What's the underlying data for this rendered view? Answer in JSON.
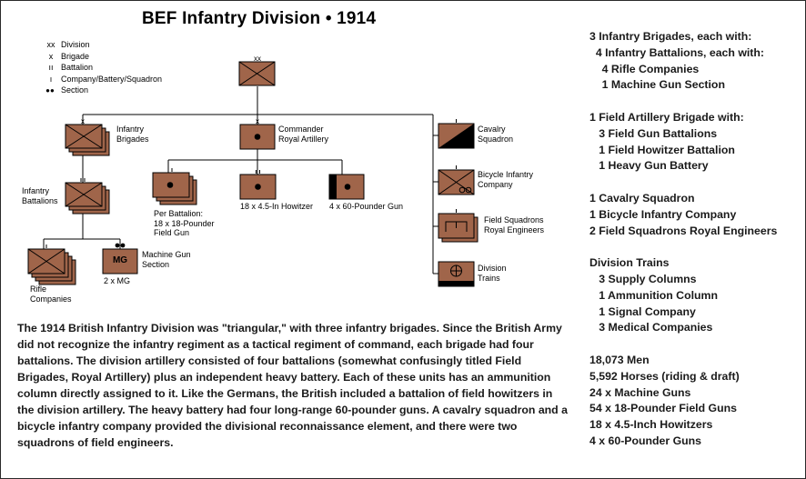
{
  "title": "BEF Infantry Division  •  1914",
  "legend": [
    {
      "symbol": "xx",
      "label": "Division"
    },
    {
      "symbol": "x",
      "label": "Brigade"
    },
    {
      "symbol": "ıı",
      "label": "Battalion"
    },
    {
      "symbol": "ı",
      "label": "Company/Battery/Squadron"
    },
    {
      "symbol": "●●",
      "label": "Section"
    }
  ],
  "units": {
    "infantry_brigades": "Infantry\nBrigades",
    "commander_ra": "Commander\nRoyal Artillery",
    "infantry_battalions": "Infantry\nBattalions",
    "field_gun": "Per Battalion:\n18 x 18-Pounder\nField Gun",
    "howitzer": "18 x 4.5-In Howitzer",
    "heavy_gun": "4 x 60-Pounder Gun",
    "rifle_companies": "Rifle\nCompanies",
    "mg_section": "Machine Gun\nSection",
    "mg_count": "2 x MG",
    "mg_symbol": "MG",
    "cavalry": "Cavalry\nSquadron",
    "bicycle": "Bicycle Infantry\nCompany",
    "engineers": "Field Squadrons\nRoyal Engineers",
    "trains": "Division\nTrains"
  },
  "description": "The 1914 British Infantry Division was \"triangular,\" with three infantry brigades. Since the British Army did not recognize the infantry regiment as a tactical regiment of command, each brigade had four battalions. The division artillery consisted of four battalions (somewhat confusingly titled Field Brigades, Royal Artillery) plus an independent heavy battery. Each of these units has an ammunition column directly assigned to it. Like the Germans, the British included a battalion of field howitzers in the division artillery. The heavy battery had four long-range 60-pounder guns. A cavalry squadron and a bicycle infantry company provided the divisional reconnaissance element, and there were two squadrons of field engineers.",
  "summary": [
    "3 Infantry Brigades, each with:",
    "  4 Infantry Battalions, each with:",
    "    4 Rifle Companies",
    "    1 Machine Gun Section",
    "",
    "1 Field Artillery Brigade with:",
    "   3 Field Gun Battalions",
    "   1 Field Howitzer Battalion",
    "   1 Heavy Gun Battery",
    "",
    "1 Cavalry Squadron",
    "1 Bicycle Infantry Company",
    "2 Field Squadrons Royal Engineers",
    "",
    "Division Trains",
    "   3 Supply Columns",
    "   1 Ammunition Column",
    "   1 Signal Company",
    "   3 Medical Companies",
    "",
    "18,073 Men",
    "5,592 Horses (riding & draft)",
    "24 x Machine Guns",
    "54 x 18-Pounder Field Guns",
    "18 x 4.5-Inch Howitzers",
    "4 x 60-Pounder Guns"
  ],
  "colors": {
    "unit_fill": "#a0654a",
    "stroke": "#000000"
  }
}
